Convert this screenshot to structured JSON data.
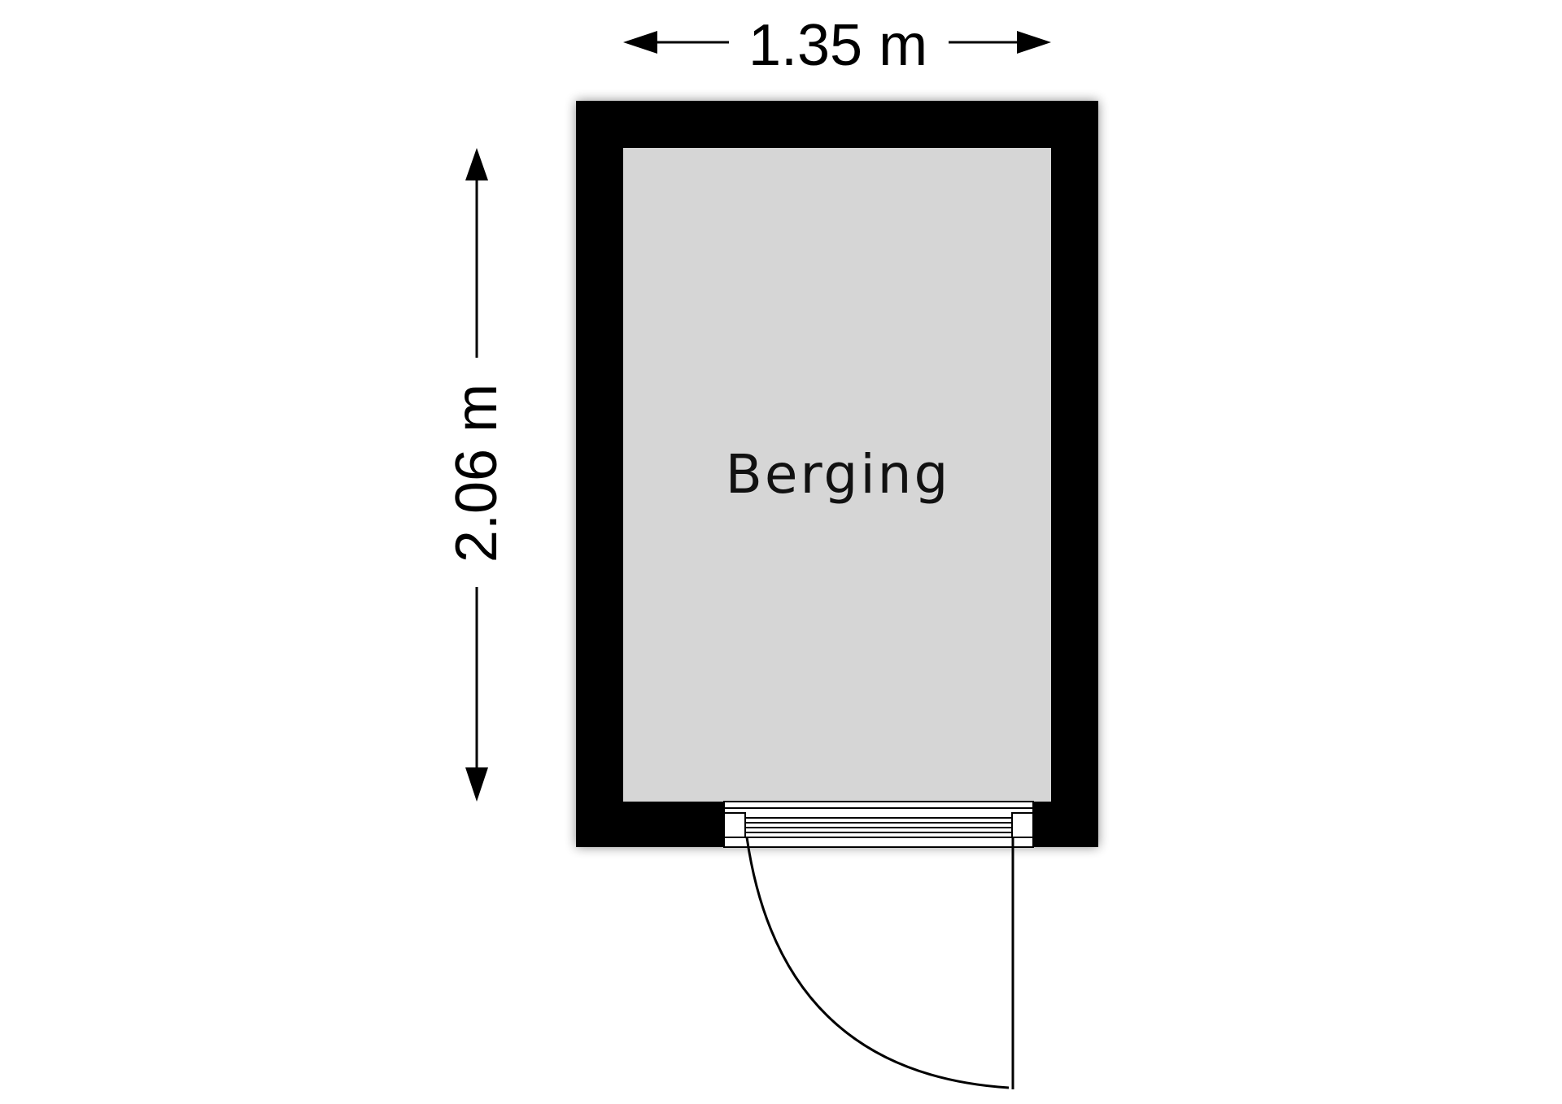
{
  "plan": {
    "room_name": "Berging",
    "width_label": "1.35 m",
    "height_label": "2.06 m"
  },
  "colors": {
    "wall": "#000000",
    "floor": "#d6d6d6",
    "background": "#ffffff",
    "dimension": "#000000"
  }
}
